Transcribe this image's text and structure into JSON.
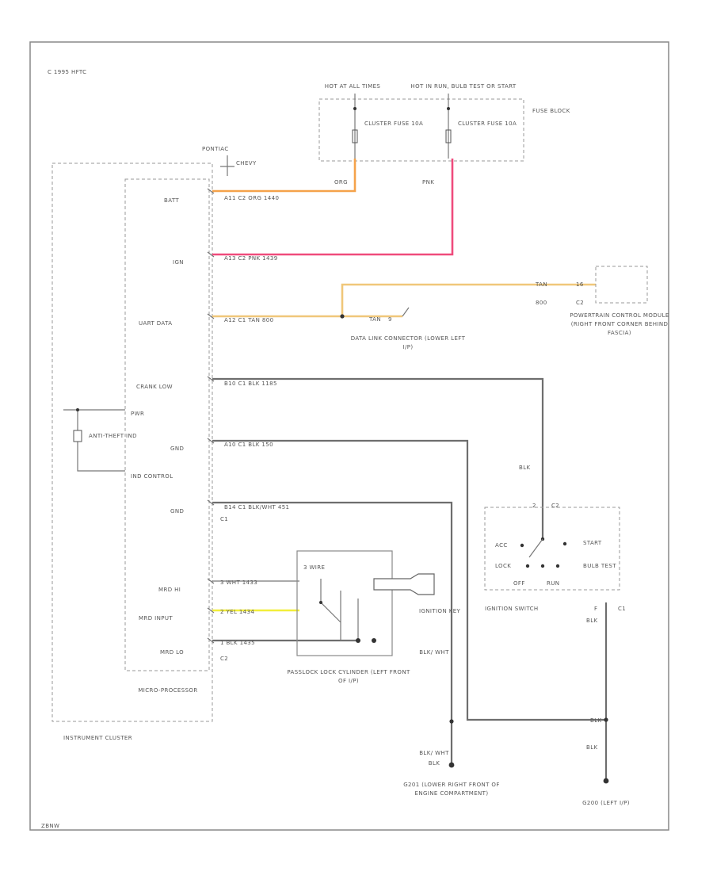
{
  "copyright": "C 1995 HFTC",
  "footer_code": "ZBNW",
  "colors": {
    "orange_wire": "#f5a24a",
    "pink_wire": "#ef4b7c",
    "tan_wire": "#f0c77a",
    "yellow_wire": "#f2ee3a",
    "gray_wire": "#6e6e6e"
  },
  "fuse_block": {
    "label": "FUSE BLOCK",
    "left_hot": "HOT AT ALL TIMES",
    "right_hot": "HOT IN RUN, BULB TEST OR START",
    "left_fuse": "CLUSTER FUSE 10A",
    "right_fuse": "CLUSTER FUSE 10A"
  },
  "models": {
    "pontiac": "PONTIAC",
    "chevy": "CHEVY"
  },
  "cluster": {
    "batt": "BATT",
    "ign": "IGN",
    "uart": "UART DATA",
    "crank": "CRANK LOW",
    "gnd1": "GND",
    "gnd2": "GND",
    "mrd_hi": "MRD HI",
    "mrd_input": "MRD INPUT",
    "mrd_lo": "MRD LO",
    "pwr": "PWR",
    "anti_theft": "ANTI-THEFT IND",
    "ind_control": "IND CONTROL",
    "micro": "MICRO-PROCESSOR",
    "title": "INSTRUMENT CLUSTER",
    "c1": "C1",
    "c2": "C2"
  },
  "wires": {
    "batt_label": "A11   C2   ORG  1440",
    "ign_label": "A13   C2   PNK  1439",
    "uart_label": "A12   C1   TAN  800",
    "crank_label": "B10   C1   BLK  1185",
    "gnd1_label": "A10   C1   BLK  150",
    "gnd2_label": "B14   C1   BLK/WHT  451",
    "mrd_hi_label": "3   WHT  1433",
    "mrd_input_label": "2   YEL  1434",
    "mrd_lo_label": "1   BLK  1435",
    "org": "ORG",
    "pnk": "PNK",
    "tan_right": "TAN",
    "tan_mid": "TAN",
    "n800": "800",
    "blk_sw": "BLK",
    "blk_lower": "BLK",
    "blk_g201": "BLK",
    "blk_wht_1": "BLK/ WHT",
    "blk_wht_2": "BLK/ WHT",
    "blk_g200": "BLK",
    "blk_join": "BLK"
  },
  "pcm": {
    "pin": "16",
    "connector": "C2",
    "label": "POWERTRAIN CONTROL MODULE (RIGHT FRONT CORNER BEHIND FASCIA)"
  },
  "dlc": {
    "pin": "9",
    "label": "DATA LINK CONNECTOR (LOWER LEFT I/P)"
  },
  "ignition_switch": {
    "title": "IGNITION SWITCH",
    "top_pin": "2",
    "conn": "C2",
    "acc": "ACC",
    "start": "START",
    "lock": "LOCK",
    "bulb_test": "BULB TEST",
    "off": "OFF",
    "run": "RUN",
    "bottom_pin": "F",
    "c1": "C1"
  },
  "lock_cylinder": {
    "title": "PASSLOCK LOCK CYLINDER (LEFT FRONT OF I/P)",
    "sensor": "3 WIRE",
    "key_label": "IGNITION KEY"
  },
  "grounds": {
    "g201": "G201 (LOWER RIGHT FRONT OF ENGINE COMPARTMENT)",
    "g200": "G200 (LEFT I/P)"
  }
}
